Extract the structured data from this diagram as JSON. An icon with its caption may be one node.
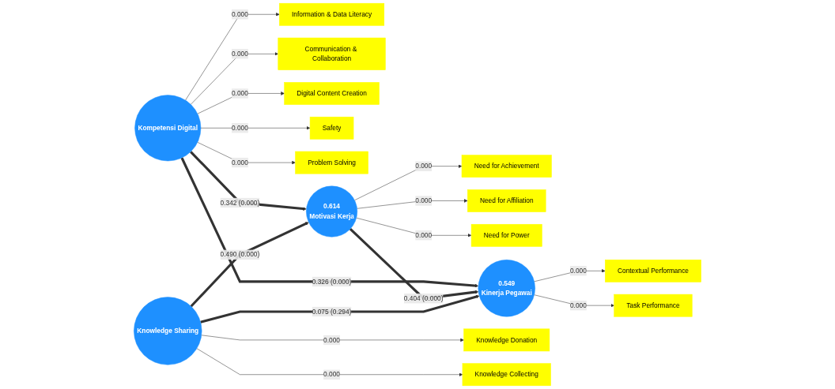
{
  "diagram": {
    "nodes": [
      {
        "text": [
          "Information & Data Literacy"
        ]
      },
      {
        "text": [
          "Communication & Collaboration"
        ]
      },
      {
        "text": [
          "Digital Content Creation"
        ]
      },
      {
        "text": [
          "Safety"
        ]
      },
      {
        "text": [
          "Problem Solving"
        ]
      },
      {
        "text": [
          "Kompetensi Digital"
        ]
      },
      {
        "text": [
          "Need for Achievement"
        ]
      },
      {
        "text": [
          "Need for Affiliation"
        ]
      },
      {
        "text": [
          "Need for Power"
        ]
      },
      {
        "text": [
          "0.614",
          "Motivasi Kerja"
        ]
      },
      {
        "text": [
          "0.549",
          "Kinerja Pegawai"
        ]
      },
      {
        "text": [
          "Contextual Performance"
        ]
      },
      {
        "text": [
          "Task Performance"
        ]
      },
      {
        "text": [
          "Knowledge Donation"
        ]
      },
      {
        "text": [
          "Knowledge Collecting"
        ]
      },
      {
        "text": [
          "Knowledge Sharing"
        ]
      }
    ],
    "edges": [
      {
        "from": 5,
        "to": 0,
        "arrow": "to",
        "label": "0.000"
      },
      {
        "from": 5,
        "to": 1,
        "arrow": "to",
        "label": "0.000"
      },
      {
        "from": 5,
        "to": 2,
        "arrow": "to",
        "label": "0.000"
      },
      {
        "from": 5,
        "to": 3,
        "arrow": "to",
        "label": "0.000"
      },
      {
        "from": 5,
        "to": 4,
        "arrow": "to",
        "label": "0.000"
      },
      {
        "from": 5,
        "to": 9,
        "arrow": "to",
        "label": "0.342 (0.000)",
        "style": "thick"
      },
      {
        "from": 5,
        "to": 10,
        "arrow": "to",
        "label": "0.326 (0.000)",
        "style": "thick"
      },
      {
        "from": 9,
        "to": 6,
        "arrow": "to",
        "label": "0.000"
      },
      {
        "from": 9,
        "to": 7,
        "arrow": "to",
        "label": "0.000"
      },
      {
        "from": 9,
        "to": 8,
        "arrow": "to",
        "label": "0.000"
      },
      {
        "from": 9,
        "to": 10,
        "arrow": "to",
        "label": "0.404 (0.000)",
        "style": "thick"
      },
      {
        "from": 10,
        "to": 11,
        "arrow": "to",
        "label": "0.000"
      },
      {
        "from": 10,
        "to": 12,
        "arrow": "to",
        "label": "0.000"
      },
      {
        "from": 15,
        "to": 13,
        "arrow": "to",
        "label": "0.000"
      },
      {
        "from": 15,
        "to": 14,
        "arrow": "to",
        "label": "0.000"
      },
      {
        "from": 15,
        "to": 9,
        "arrow": "to",
        "label": "0.490 (0.000)",
        "style": "thick"
      },
      {
        "from": 15,
        "to": 10,
        "arrow": "to",
        "label": "0.075 (0.294)",
        "style": "thick"
      }
    ]
  }
}
